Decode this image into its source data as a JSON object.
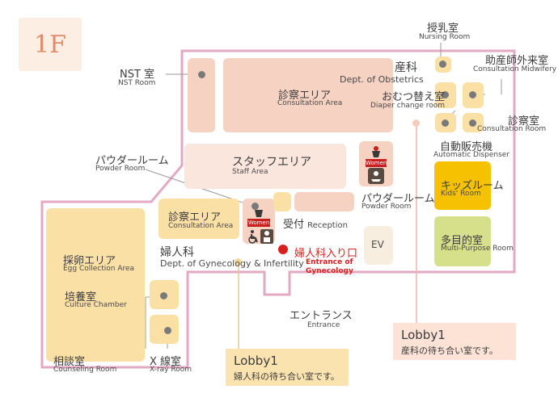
{
  "floor": "1F",
  "rooms": {
    "nst": {
      "jp": "NST 室",
      "en": "NST Room"
    },
    "obstetrics": {
      "jp": "産科",
      "en": "Dept. of Obstetrics"
    },
    "consultation_area_top": {
      "jp": "診察エリア",
      "en": "Consultation Area"
    },
    "nursing": {
      "jp": "授乳室",
      "en": "Nursing Room"
    },
    "midwifery": {
      "jp": "助産師外来室",
      "en": "Consultation Midwifery"
    },
    "diaper": {
      "jp": "おむつ替え室",
      "en": "Diaper change room"
    },
    "consultation_room": {
      "jp": "診察室",
      "en": "Consultation Room"
    },
    "vending": {
      "jp": "自動販売機",
      "en": "Automatic Dispenser"
    },
    "powder_left": {
      "jp": "パウダールーム",
      "en": "Powder Room"
    },
    "staff": {
      "jp": "スタッフエリア",
      "en": "Staff Area"
    },
    "powder_right": {
      "jp": "パウダールーム",
      "en": "Powder Room"
    },
    "kids": {
      "jp": "キッズルーム",
      "en": "Kids' Room"
    },
    "multipurpose": {
      "jp": "多目的室",
      "en": "Multi-Purpose Room"
    },
    "consultation_area_mid": {
      "jp": "診察エリア",
      "en": "Consultation Area"
    },
    "reception": {
      "jp": "受付",
      "en": "Reception"
    },
    "egg": {
      "jp": "採卵エリア",
      "en": "Egg Collection Area"
    },
    "culture": {
      "jp": "培養室",
      "en": "Culture Chamber"
    },
    "gynecology": {
      "jp": "婦人科",
      "en": "Dept. of Gynecology & Infertility"
    },
    "ev": {
      "jp": "EV"
    },
    "counseling": {
      "jp": "相談室",
      "en": "Counseling Room"
    },
    "xray": {
      "jp": "X 線室",
      "en": "X-ray Room"
    },
    "entrance": {
      "jp": "エントランス",
      "en": "Entrance"
    }
  },
  "gyn_entrance": {
    "jp": "婦人科入り口",
    "en_line1": "Entrance of",
    "en_line2": "Gynecology"
  },
  "women_label": "Women",
  "lobby_gyn": {
    "title": "Lobby1",
    "desc": "婦人科の待ち合い室です。"
  },
  "lobby_obs": {
    "title": "Lobby1",
    "desc": "産科の待ち合い室です。"
  },
  "colors": {
    "outline": "#e4a9c2",
    "peach": "#f6d2c3",
    "cream": "#fbe0a6",
    "yellow": "#f6c200",
    "green": "#d6e08a",
    "red": "#d8201f",
    "lobby_gyn_bg": "#fbe3b0",
    "lobby_obs_bg": "#fde2d6"
  },
  "icons": [
    "restroom-icon",
    "wheelchair-icon",
    "baby-changing-icon",
    "entrance-marker-icon"
  ]
}
